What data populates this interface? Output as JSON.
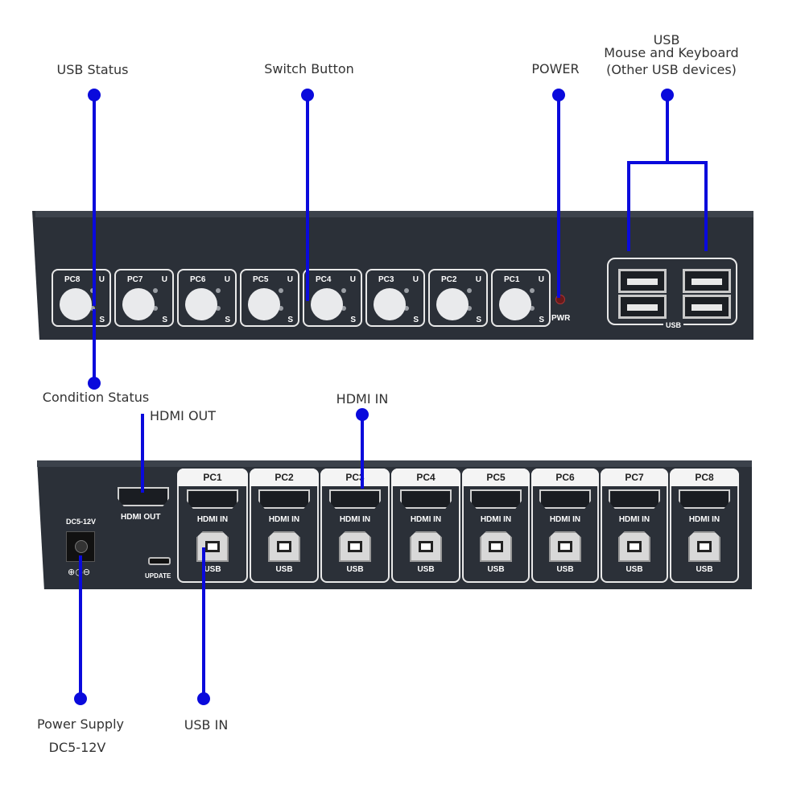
{
  "callouts": {
    "usb_status": "USB Status",
    "switch_button": "Switch Button",
    "power": "POWER",
    "usb_title": "USB",
    "usb_line2": "Mouse and Keyboard",
    "usb_line3": "(Other USB devices)",
    "condition_status": "Condition Status",
    "hdmi_out": "HDMI OUT",
    "hdmi_in": "HDMI IN",
    "power_supply": "Power Supply",
    "power_supply_value": "DC5-12V",
    "usb_in": "USB IN"
  },
  "front_panel": {
    "pcs": [
      "PC8",
      "PC7",
      "PC6",
      "PC5",
      "PC4",
      "PC3",
      "PC2",
      "PC1"
    ],
    "u_label": "U",
    "s_label": "S",
    "pwr_label": "PWR",
    "usb_label": "USB"
  },
  "rear_panel": {
    "dc_label": "DC5-12V",
    "polarity": "⊕◑⊖",
    "hdmi_out_label": "HDMI OUT",
    "update_label": "UPDATE",
    "pcs": [
      "PC1",
      "PC2",
      "PC3",
      "PC4",
      "PC5",
      "PC6",
      "PC7",
      "PC8"
    ],
    "hdmi_in_label": "HDMI IN",
    "usb_label": "USB"
  },
  "colors": {
    "callout_blue": "#0a0adc",
    "panel": "#2b3038"
  }
}
